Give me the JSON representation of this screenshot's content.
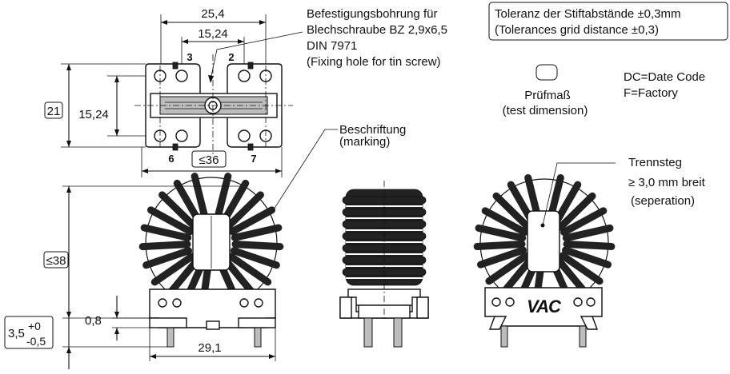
{
  "dimensions": {
    "top_width": "25,4",
    "pin_pitch": "15,24",
    "side_pitch": "15,24",
    "side_height": "21",
    "bottom_width": "≤36",
    "front_height": "≤38",
    "standoff": "0,8",
    "pin_length_base": "3,5",
    "pin_length_tol_plus": "+0",
    "pin_length_tol_minus": "-0,5",
    "base_width": "29,1"
  },
  "pins": {
    "p2": "2",
    "p3": "3",
    "p6": "6",
    "p7": "7"
  },
  "notes": {
    "fixing_de_1": "Befestigungsbohrung für",
    "fixing_de_2": "Blechschraube BZ 2,9x6,5",
    "fixing_de_3": "DIN 7971",
    "fixing_en": "(Fixing hole for tin screw)",
    "tolerance_de": "Toleranz der Stiftabstände ±0,3mm",
    "tolerance_en": "(Tolerances grid distance ±0,3)",
    "test_de": "Prüfmaß",
    "test_en": "(test dimension)",
    "dc": "DC=Date Code",
    "factory": "F=Factory",
    "marking_de": "Beschriftung",
    "marking_en": "(marking)",
    "sep_de_1": "Trennsteg",
    "sep_de_2": "≥ 3,0 mm breit",
    "sep_en": "(seperation)",
    "logo": "VAC"
  },
  "colors": {
    "line": "#111111",
    "background": "#ffffff",
    "fill_grey": "#bdbdbd",
    "winding": "#222222"
  }
}
